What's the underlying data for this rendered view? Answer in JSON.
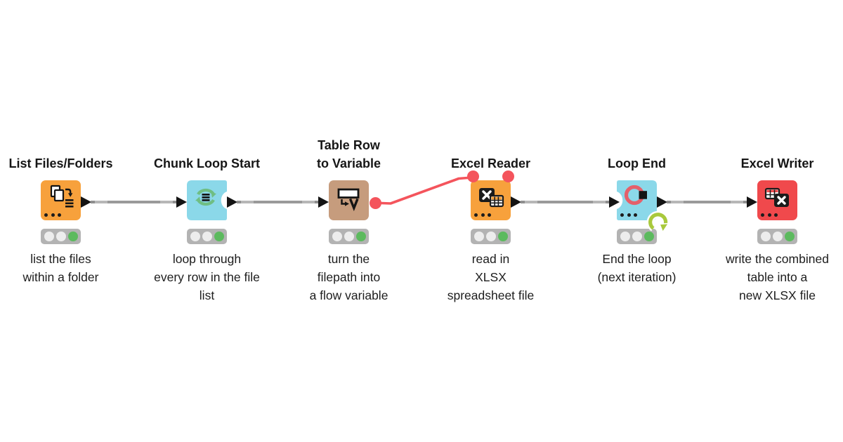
{
  "canvas": {
    "background": "#ffffff"
  },
  "colors": {
    "source_orange": "#F7A13C",
    "loop_blue": "#8BD8E9",
    "variable_tan": "#C69C7D",
    "writer_red": "#F0494C",
    "flow_variable_port_red": "#F4545C",
    "connection_gray": "#9a9a9a",
    "port_triangle_black": "#141414",
    "traffic_light_off": "#ededed",
    "traffic_light_green": "#5cba5e",
    "loop_badge_green": "#A9C93C"
  },
  "nodes": [
    {
      "name": "List Files/Folders",
      "title_lines": [
        "List Files/Folders"
      ],
      "description_lines": [
        "list the files",
        "within a folder"
      ],
      "color": "#F7A13C",
      "shape": "rounded-square",
      "icon": "files-list-icon",
      "traffic_light": [
        "off",
        "off",
        "green"
      ],
      "ports": {
        "output": "data"
      }
    },
    {
      "name": "Chunk Loop Start",
      "title_lines": [
        "Chunk Loop Start"
      ],
      "description_lines": [
        "loop through",
        "every row in the file",
        "list"
      ],
      "color": "#8BD8E9",
      "shape": "loop-start",
      "icon": "loop-arrows-icon",
      "traffic_light": [
        "off",
        "off",
        "green"
      ],
      "ports": {
        "input": "data",
        "output": "data"
      }
    },
    {
      "name": "Table Row to Variable",
      "title_lines": [
        "Table Row",
        "to Variable"
      ],
      "description_lines": [
        "turn the",
        "filepath into",
        "a flow variable"
      ],
      "color": "#C69C7D",
      "shape": "rounded-square",
      "icon": "row-to-variable-icon",
      "traffic_light": [
        "off",
        "off",
        "green"
      ],
      "ports": {
        "input": "data",
        "output": "flow-variable"
      }
    },
    {
      "name": "Excel Reader",
      "title_lines": [
        "Excel Reader"
      ],
      "description_lines": [
        "read in",
        "XLSX",
        "spreadsheet file"
      ],
      "color": "#F7A13C",
      "shape": "rounded-square",
      "icon": "excel-reader-icon",
      "traffic_light": [
        "off",
        "off",
        "green"
      ],
      "ports": {
        "flow_variable_input": "flow-variable",
        "flow_variable_output": "flow-variable",
        "output": "data"
      }
    },
    {
      "name": "Loop End",
      "title_lines": [
        "Loop End"
      ],
      "description_lines": [
        "End the loop",
        "(next iteration)"
      ],
      "color": "#8BD8E9",
      "shape": "loop-end",
      "icon": "loop-end-icon",
      "badge": "loop-iteration-badge",
      "traffic_light": [
        "off",
        "off",
        "green"
      ],
      "ports": {
        "input": "data",
        "output": "data"
      }
    },
    {
      "name": "Excel Writer",
      "title_lines": [
        "Excel Writer"
      ],
      "description_lines": [
        "write the combined",
        "table into a",
        "new XLSX file"
      ],
      "color": "#F0494C",
      "shape": "rounded-square",
      "icon": "excel-writer-icon",
      "traffic_light": [
        "off",
        "off",
        "green"
      ],
      "ports": {
        "input": "data"
      }
    }
  ],
  "connections": [
    {
      "from": "List Files/Folders",
      "to": "Chunk Loop Start",
      "type": "data",
      "color": "#9a9a9a"
    },
    {
      "from": "Chunk Loop Start",
      "to": "Table Row to Variable",
      "type": "data",
      "color": "#9a9a9a"
    },
    {
      "from": "Table Row to Variable",
      "to": "Excel Reader",
      "type": "flow-variable",
      "color": "#F4545C"
    },
    {
      "from": "Excel Reader",
      "to": "Loop End",
      "type": "data",
      "color": "#9a9a9a"
    },
    {
      "from": "Loop End",
      "to": "Excel Writer",
      "type": "data",
      "color": "#9a9a9a"
    }
  ]
}
